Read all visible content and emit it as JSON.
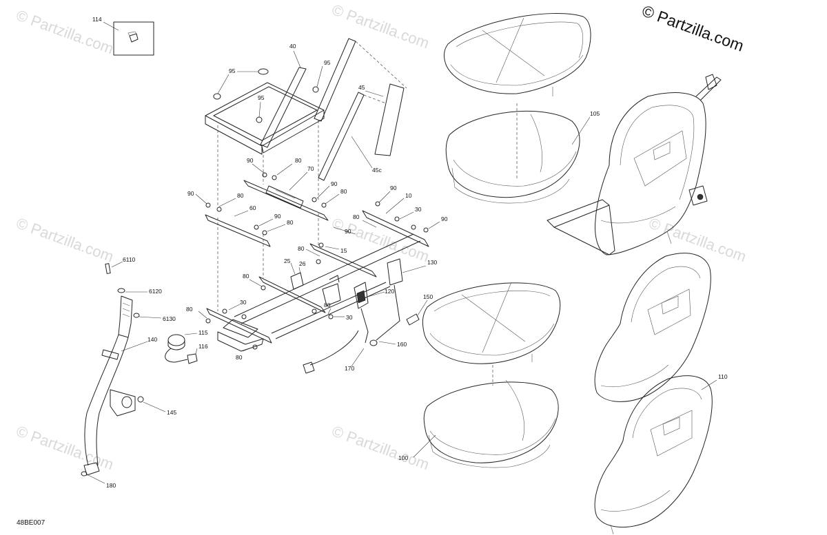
{
  "brand": {
    "copyright": "© Partzilla.com",
    "watermark": "© Partzilla.com"
  },
  "diagram": {
    "code": "48BE007",
    "callouts": {
      "c114": "114",
      "c95a": "95",
      "c95b": "95",
      "c95c": "95",
      "c40": "40",
      "c45": "45",
      "c45c": "45c",
      "c105": "105",
      "c90a": "90",
      "c80a": "80",
      "c70": "70",
      "c90b": "90",
      "c80b": "80",
      "c90c": "90",
      "c80c": "80",
      "c60": "60",
      "c90d": "90",
      "c80d": "80",
      "c90e": "90",
      "c10": "10",
      "c30a": "30",
      "c80e": "80",
      "c90f": "90",
      "c90g": "90",
      "c80f": "80",
      "c15": "15",
      "c25": "25",
      "c26": "26",
      "c130": "130",
      "c120": "120",
      "c150": "150",
      "c80g": "80",
      "c30b": "30",
      "c80h": "80",
      "c80i": "80",
      "c30c": "30",
      "c160": "160",
      "c170": "170",
      "c6110": "6110",
      "c6120": "6120",
      "c6130": "6130",
      "c140": "140",
      "c115": "115",
      "c116": "116",
      "c145": "145",
      "c180": "180",
      "c110": "110",
      "c100": "100"
    }
  }
}
